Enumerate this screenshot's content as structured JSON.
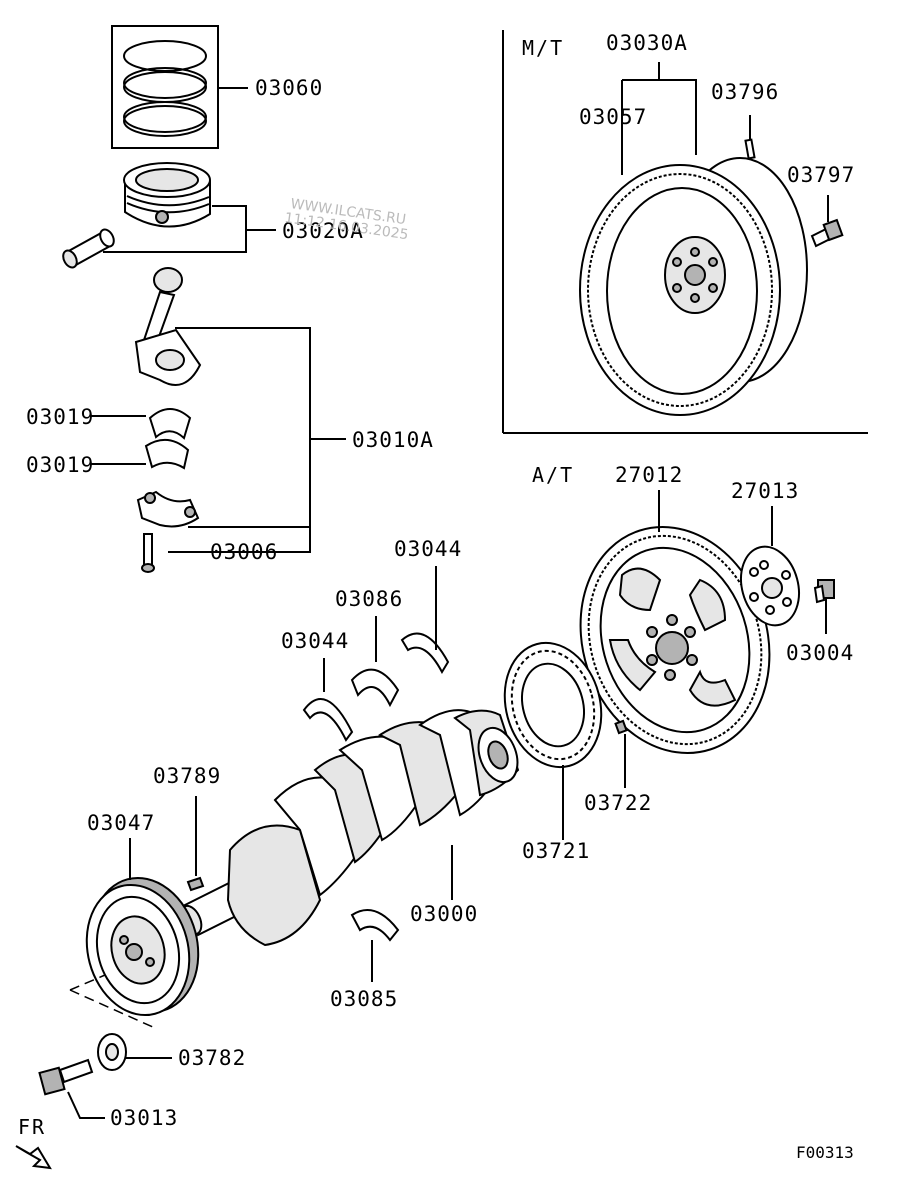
{
  "diagram": {
    "sections": {
      "mt": "M/T",
      "at": "A/T"
    },
    "watermark": {
      "site": "WWW.ILCATS.RU",
      "stamp": "11:12 16.03.2025"
    },
    "direction_label": "FR",
    "figure_code": "F00313",
    "parts": {
      "p03060": "03060",
      "p03020a": "03020A",
      "p03010a": "03010A",
      "p03019_upper": "03019",
      "p03019_lower": "03019",
      "p03006": "03006",
      "p03030a": "03030A",
      "p03057": "03057",
      "p03796": "03796",
      "p03797": "03797",
      "p27012": "27012",
      "p27013": "27013",
      "p03004": "03004",
      "p03044_upper": "03044",
      "p03044_lower": "03044",
      "p03086": "03086",
      "p03722": "03722",
      "p03721": "03721",
      "p03789": "03789",
      "p03047": "03047",
      "p03000": "03000",
      "p03085": "03085",
      "p03782": "03782",
      "p03013": "03013"
    }
  }
}
